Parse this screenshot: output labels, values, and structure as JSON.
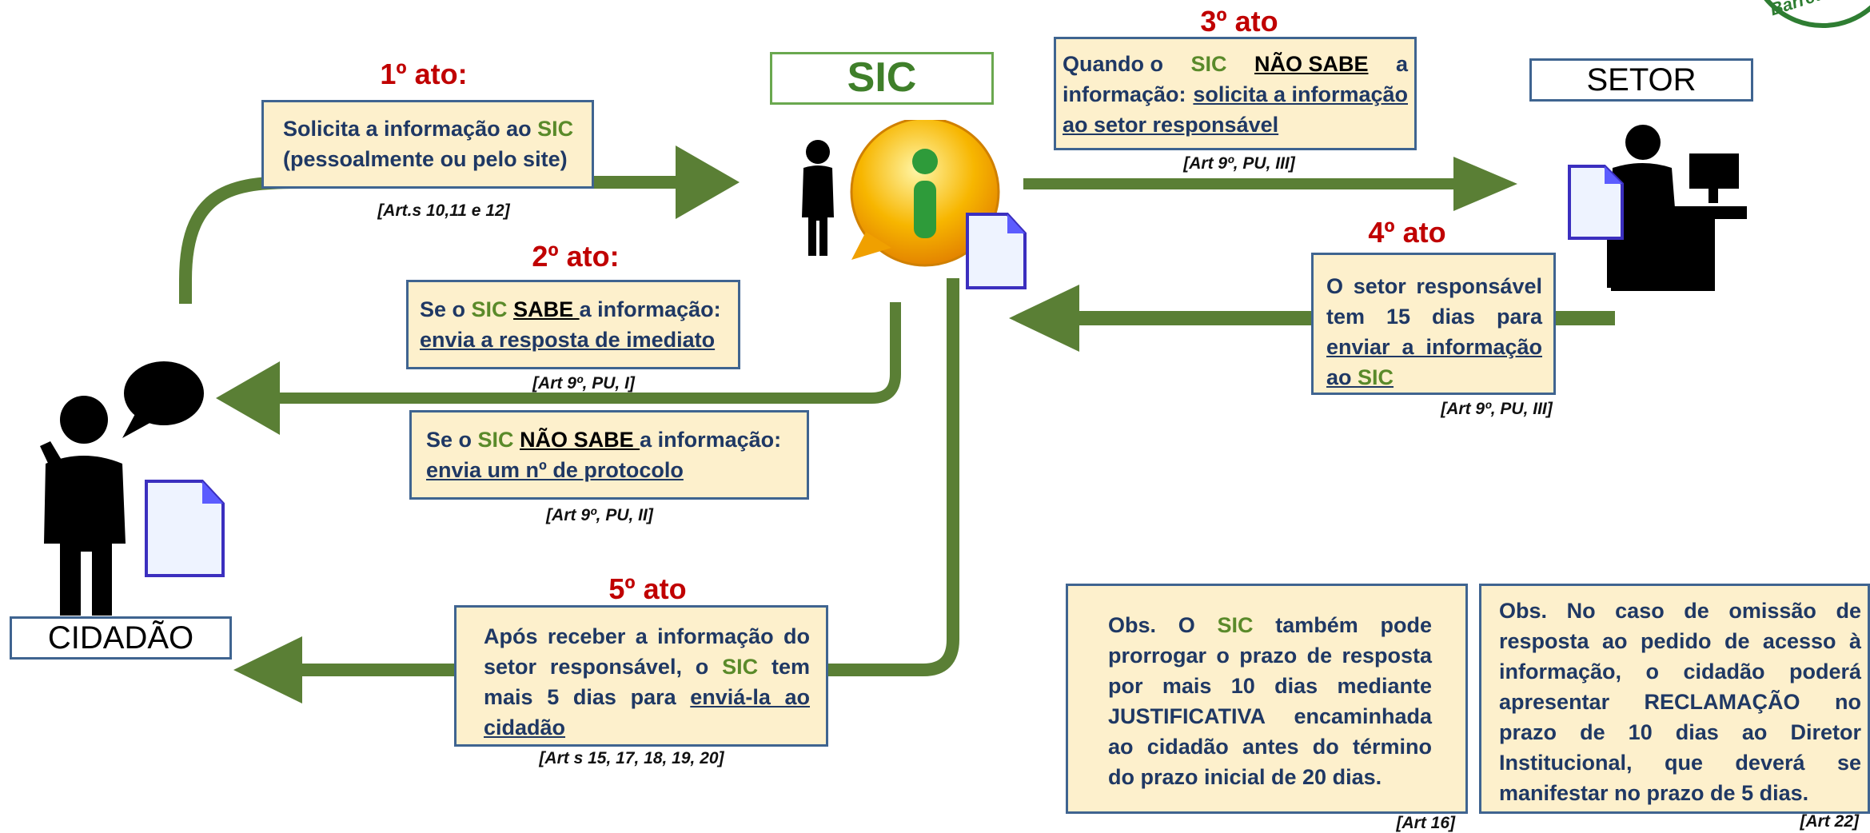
{
  "logo_text": "Barretos-SP",
  "sic_label": "SIC",
  "setor_label": "SETOR",
  "cidadao_label": "CIDADÃO",
  "icons": [
    "info-icon",
    "person-icon",
    "document-icon",
    "speech-bubble-icon",
    "desk-worker-icon"
  ],
  "colors": {
    "arrow": "#5a7f35",
    "act_title": "#c00000",
    "box_fill": "#fdf0cc",
    "box_border": "#3f6490",
    "sic_green": "#5a8a2a"
  },
  "act1": {
    "title": "1º ato:",
    "line1_a": "Solicita a informação ao ",
    "sic": "SIC",
    "line2": "(pessoalmente ou pelo site)",
    "ref": "[Art.s 10,11 e 12]"
  },
  "act2": {
    "title": "2º ato:",
    "yes": {
      "se_o": "Se o ",
      "sic": "SIC",
      "sabe": "SABE ",
      "rest": "a informação:",
      "line2": "envia a resposta de imediato",
      "ref": "[Art 9º, PU, I]"
    },
    "no": {
      "se_o": "Se o ",
      "sic": "SIC",
      "nao_sabe": "NÃO SABE ",
      "rest": "a informação:",
      "line2": "envia um nº de protocolo",
      "ref": "[Art 9º, PU, II]"
    }
  },
  "act3": {
    "title": "3º ato",
    "l1_quando": "Quando o",
    "sic": "SIC",
    "nao_sabe": "NÃO SABE",
    "l1_a": "a",
    "l2_info": "informação:",
    "l2_solicita": "solicita a informação",
    "l3": "ao setor responsável",
    "ref": "[Art 9º, PU,  III]"
  },
  "act4": {
    "title": "4º ato",
    "l1": "O setor responsável",
    "l2": "tem 15 dias para",
    "l3": "enviar a informação",
    "l4_ao": "ao ",
    "sic": "SIC",
    "ref": "[Art 9º, PU,  III]"
  },
  "act5": {
    "title": "5º ato",
    "l1": "Após receber a informação do",
    "l2_a": "setor responsável, o ",
    "sic": "SIC",
    "l2_b": " tem",
    "l3_a": "mais 5 dias para ",
    "l3_u": "enviá-la ao",
    "l4": "cidadão",
    "ref": "[Art s 15, 17, 18, 19, 20]"
  },
  "obs1": {
    "l1_a": "Obs. O ",
    "sic": "SIC",
    "l1_b": " também pode",
    "l2": "prorrogar o prazo de resposta",
    "l3": "por mais 10 dias mediante",
    "l4": "JUSTIFICATIVA encaminhada",
    "l5": "ao cidadão antes do término",
    "l6": "do prazo inicial de 20 dias.",
    "ref": "[Art 16]"
  },
  "obs2": {
    "l1": "Obs. No caso de omissão de",
    "l2": "resposta ao pedido de acesso à",
    "l3": "informação, o cidadão poderá",
    "l4": "apresentar RECLAMAÇÃO no",
    "l5": "prazo de 10 dias ao Diretor",
    "l6": "Institucional, que deverá se",
    "l7": "manifestar no prazo de 5 dias.",
    "ref": "[Art 22]"
  }
}
